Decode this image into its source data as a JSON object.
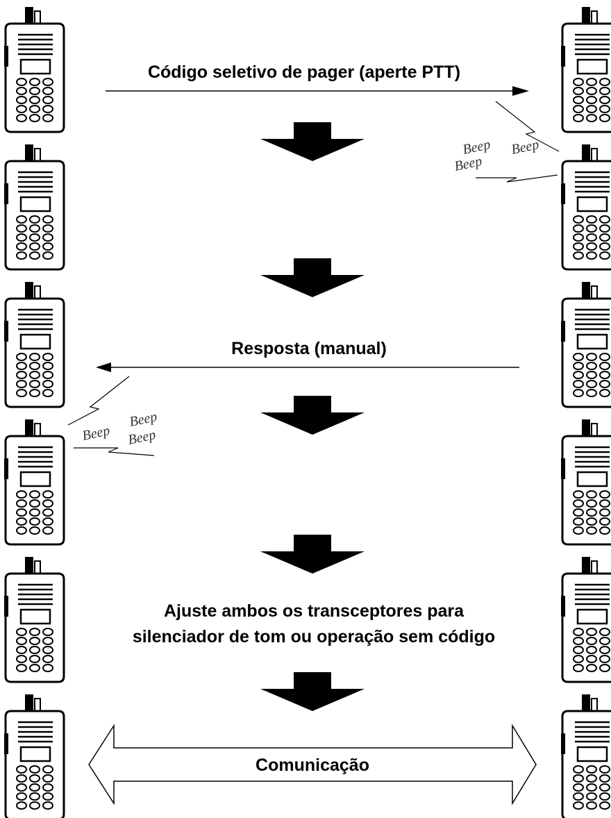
{
  "labels": {
    "step1": "Código seletivo de pager (aperte PTT)",
    "step2": "Resposta (manual)",
    "step3_line1": "Ajuste ambos os transceptores para",
    "step3_line2": "silenciador de tom ou operação sem código",
    "step4": "Comunicação"
  },
  "beeps": {
    "right": [
      "Beep",
      "Beep",
      "Beep"
    ],
    "left": [
      "Beep",
      "Beep",
      "Beep"
    ]
  },
  "colors": {
    "ink": "#000000",
    "background": "#ffffff"
  }
}
